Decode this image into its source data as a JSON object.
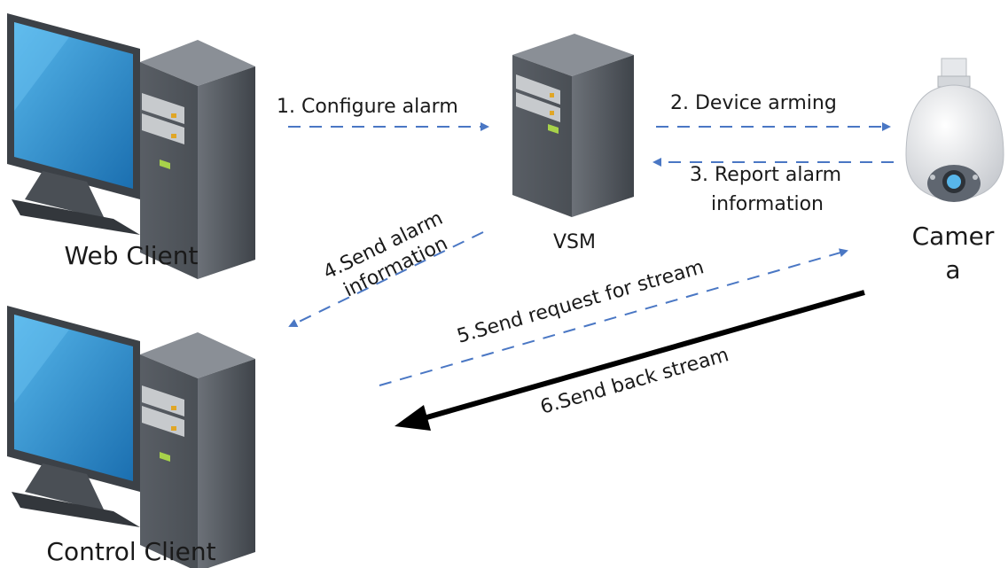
{
  "nodes": {
    "web_client": {
      "label": "Web Client",
      "icon": "desktop-computer-icon"
    },
    "control_client": {
      "label": "Control Client",
      "icon": "desktop-computer-icon"
    },
    "vsm": {
      "label": "VSM",
      "icon": "server-tower-icon"
    },
    "camera": {
      "label_line1": "Camer",
      "label_line2": "a",
      "icon": "dome-camera-icon"
    }
  },
  "steps": [
    {
      "id": "step-1",
      "label": "1. Configure alarm",
      "from": "Web Client",
      "to": "VSM",
      "line_style": "dashed"
    },
    {
      "id": "step-2",
      "label": "2. Device arming",
      "from": "VSM",
      "to": "Camera",
      "line_style": "dashed"
    },
    {
      "id": "step-3",
      "label_line1": "3. Report alarm",
      "label_line2": "information",
      "from": "Camera",
      "to": "VSM",
      "line_style": "dashed"
    },
    {
      "id": "step-4",
      "label_line1": "4.Send alarm",
      "label_line2": "information",
      "from": "VSM",
      "to": "Control Client",
      "line_style": "dashed"
    },
    {
      "id": "step-5",
      "label": "5.Send request for stream",
      "from": "Control Client",
      "to": "Camera",
      "line_style": "dashed"
    },
    {
      "id": "step-6",
      "label": "6.Send back stream",
      "from": "Camera",
      "to": "Control Client",
      "line_style": "solid"
    }
  ],
  "colors": {
    "dashed_arrow": "#4a77c4",
    "solid_arrow": "#000000",
    "monitor_screen": "#2a8fd0",
    "tower_body": "#5a5f66"
  }
}
